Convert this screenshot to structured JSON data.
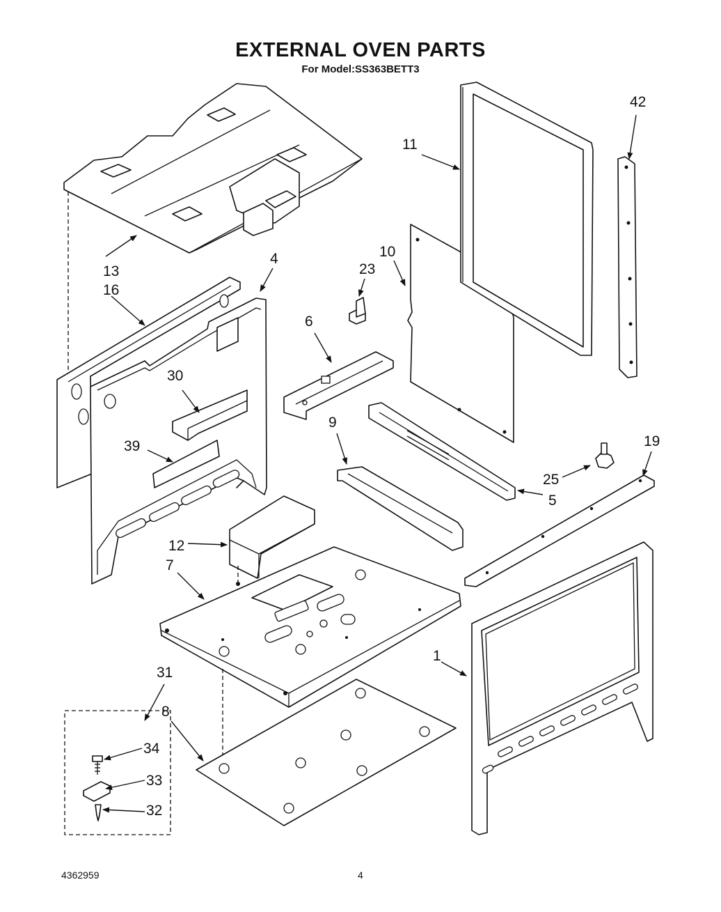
{
  "title": "EXTERNAL OVEN PARTS",
  "subtitle": "For Model:SS363BETT3",
  "footer": {
    "doc_number": "4362959",
    "page_number": "4"
  },
  "callouts": {
    "c1": "1",
    "c4": "4",
    "c5": "5",
    "c6": "6",
    "c7": "7",
    "c8": "8",
    "c9": "9",
    "c10": "10",
    "c11": "11",
    "c12": "12",
    "c13": "13",
    "c16": "16",
    "c19": "19",
    "c23": "23",
    "c25": "25",
    "c30": "30",
    "c31": "31",
    "c32": "32",
    "c33": "33",
    "c34": "34",
    "c39": "39",
    "c42": "42"
  }
}
